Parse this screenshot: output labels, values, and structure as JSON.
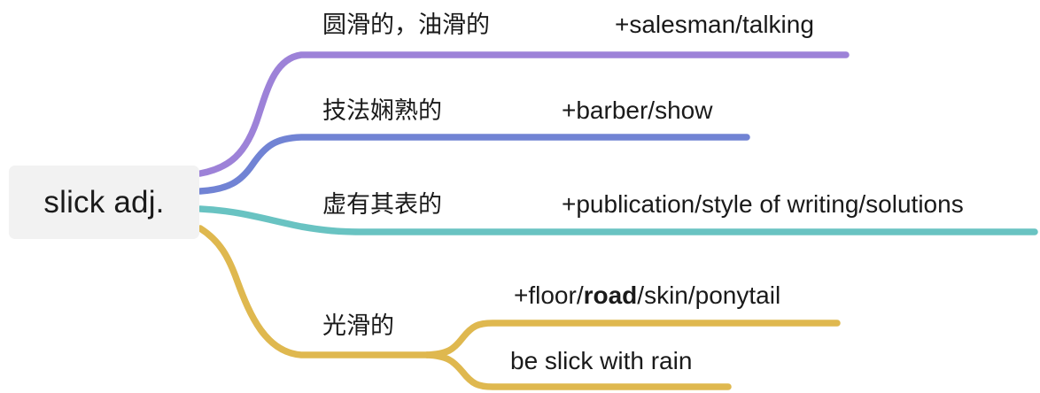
{
  "diagram": {
    "type": "mind-map",
    "title": "slick adj.",
    "background": "#ffffff",
    "root": {
      "label": "slick adj.",
      "fill": "#f2f2f2",
      "text_color": "#1a1a1a"
    },
    "branches": [
      {
        "id": "branch-1",
        "sense": "圆滑的，油滑的",
        "collocation": "+salesman/talking",
        "color": "#9d82d8"
      },
      {
        "id": "branch-2",
        "sense": "技法娴熟的",
        "collocation": "+barber/show",
        "color": "#7183d4"
      },
      {
        "id": "branch-3",
        "sense": "虚有其表的",
        "collocation": "+publication/style of writing/solutions",
        "color": "#69c3c2"
      },
      {
        "id": "branch-4",
        "sense": "光滑的",
        "color": "#dfb84f",
        "children": [
          {
            "id": "branch-4-sub-1",
            "collocation_prefix": "+floor/",
            "collocation_bold": "road",
            "collocation_suffix": "/skin/ponytail"
          },
          {
            "id": "branch-4-sub-2",
            "example": "be slick with rain"
          }
        ]
      }
    ]
  }
}
